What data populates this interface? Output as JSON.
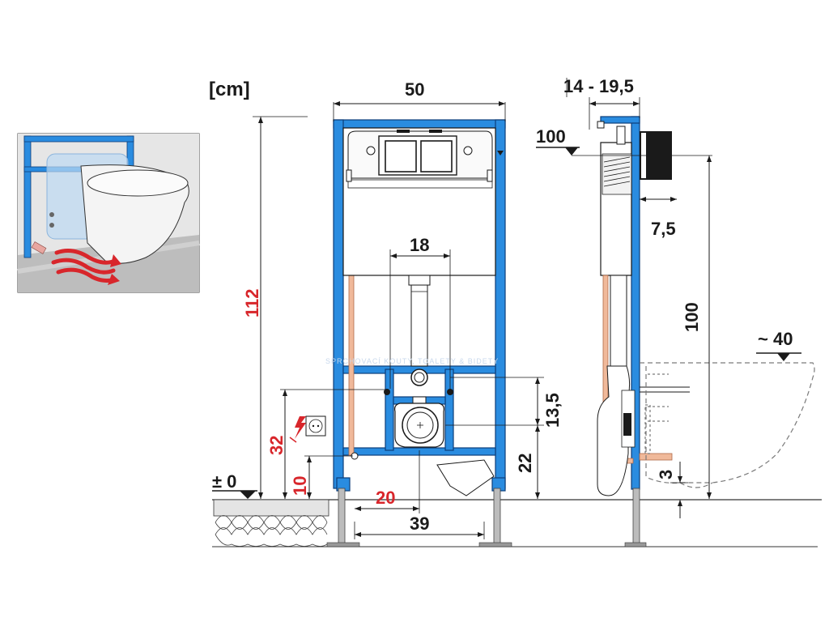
{
  "unit_label": "[cm]",
  "watermark": "SPRCHOVACÍ KOUTY, TOALETY & BIDETY",
  "dimensions": {
    "width_50": "50",
    "depth_14_19_5": "14 - 19,5",
    "level_100_top": "100",
    "offset_7_5": "7,5",
    "height_112": "112",
    "pipe_18": "18",
    "height_100": "100",
    "bowl_40": "~ 40",
    "spacing_13_5": "13,5",
    "socket_32": "32",
    "drain_22": "22",
    "water_10": "10",
    "floor_0": "± 0",
    "offset_20": "20",
    "feet_39": "39",
    "gap_3": "3"
  },
  "colors": {
    "frame_blue": "#2a8ce0",
    "frame_outline": "#0d3e7a",
    "pipe": "#f0b99a",
    "dimension_red": "#d8262b",
    "dimension_black": "#1a1a1a",
    "warm_air": "#d8262b"
  },
  "icons": {
    "electric": "lightning-icon",
    "socket": "power-socket-icon",
    "level": "level-marker-icon"
  }
}
